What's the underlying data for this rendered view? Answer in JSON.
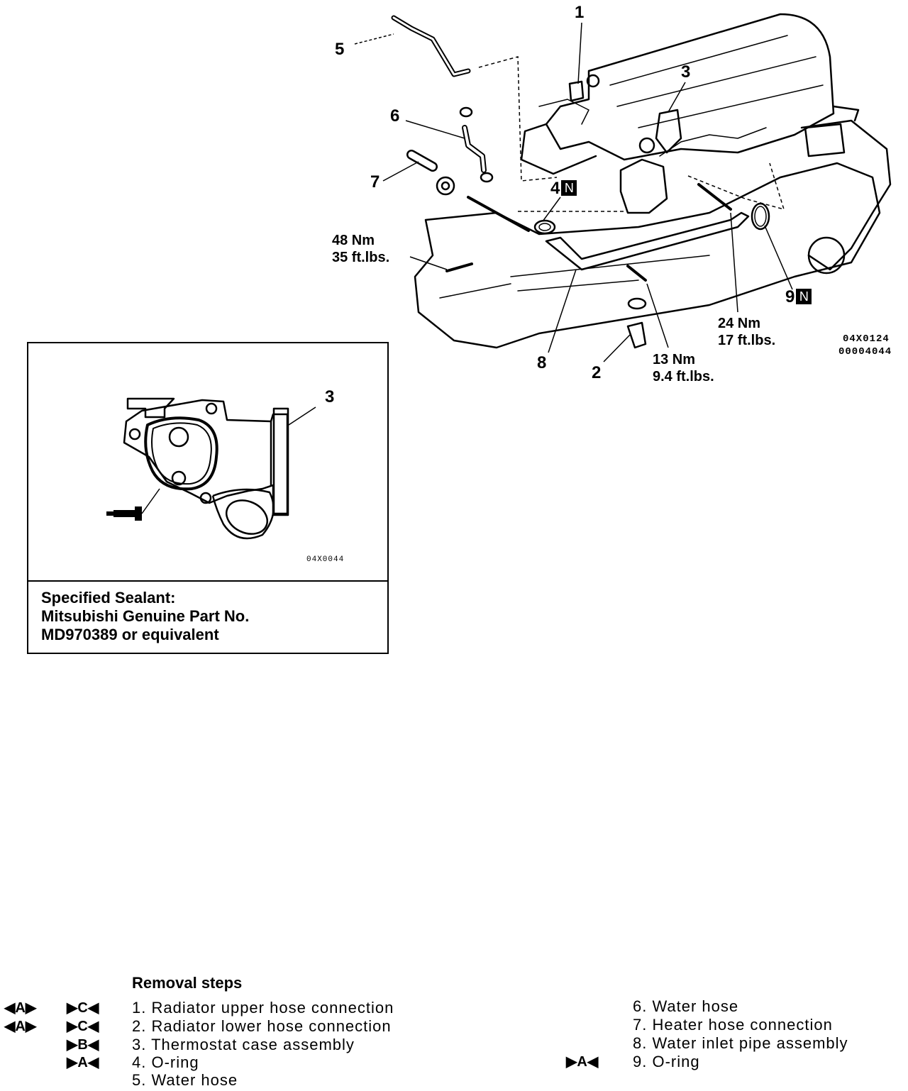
{
  "main_diagram": {
    "callouts": {
      "c1": "1",
      "c2": "2",
      "c3": "3",
      "c4": "4",
      "c5": "5",
      "c6": "6",
      "c7": "7",
      "c8": "8",
      "c9": "9"
    },
    "new_part_mark": "N",
    "torques": {
      "t48": "48 Nm\n35 ft.lbs.",
      "t24": "24 Nm\n17 ft.lbs.",
      "t13": "13 Nm\n9.4 ft.lbs."
    },
    "figure_code": "04X0124",
    "figure_code2": "00004044"
  },
  "inset": {
    "callout": "3",
    "figure_code": "04X0044",
    "sealant_lines": [
      "Specified Sealant:",
      "Mitsubishi Genuine Part No.",
      "MD970389 or equivalent"
    ]
  },
  "removal": {
    "title": "Removal steps",
    "steps": [
      {
        "text": "1. Radiator upper hose connection",
        "mark_left": "◀A▶",
        "mark_right": "▶C◀"
      },
      {
        "text": "2. Radiator lower hose connection",
        "mark_left": "◀A▶",
        "mark_right": "▶C◀"
      },
      {
        "text": "3. Thermostat case assembly",
        "mark_left": "",
        "mark_right": "▶B◀"
      },
      {
        "text": "4. O-ring",
        "mark_left": "",
        "mark_right": "▶A◀"
      },
      {
        "text": "5. Water hose",
        "mark_left": "",
        "mark_right": ""
      },
      {
        "text": "6. Water hose",
        "mark_left": "",
        "mark_right": ""
      },
      {
        "text": "7. Heater hose connection",
        "mark_left": "",
        "mark_right": ""
      },
      {
        "text": "8. Water inlet pipe assembly",
        "mark_left": "",
        "mark_right": ""
      },
      {
        "text": "9. O-ring",
        "mark_left": "",
        "mark_right": "▶A◀"
      }
    ]
  }
}
